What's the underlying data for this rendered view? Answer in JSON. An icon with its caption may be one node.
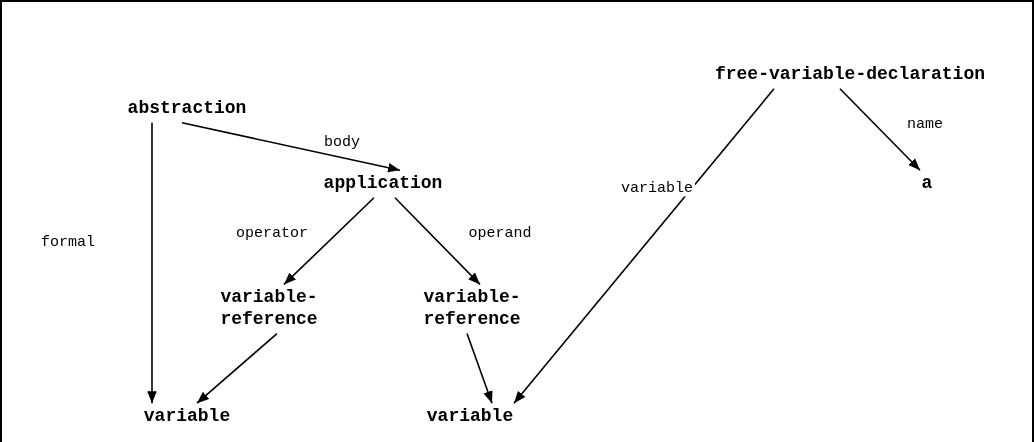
{
  "diagram": {
    "nodes": [
      {
        "text": [
          "abstraction"
        ]
      },
      {
        "text": [
          "application"
        ]
      },
      {
        "text": [
          "variable- reference"
        ]
      },
      {
        "text": [
          "variable- reference"
        ]
      },
      {
        "text": [
          "variable"
        ]
      },
      {
        "text": [
          "free-variable-declaration"
        ]
      },
      {
        "text": [
          "a"
        ]
      },
      {
        "text": [
          "variable"
        ]
      }
    ],
    "edges": [
      {
        "from": 0,
        "to": 4,
        "arrow": "to",
        "label": "formal"
      },
      {
        "from": 0,
        "to": 1,
        "arrow": "to",
        "label": "body"
      },
      {
        "from": 1,
        "to": 2,
        "arrow": "to",
        "label": "operator"
      },
      {
        "from": 1,
        "to": 3,
        "arrow": "to",
        "label": "operand"
      },
      {
        "from": 2,
        "to": 4,
        "arrow": "to"
      },
      {
        "from": 3,
        "to": 7,
        "arrow": "to"
      },
      {
        "from": 5,
        "to": 7,
        "arrow": "to",
        "label": "variable"
      },
      {
        "from": 5,
        "to": 6,
        "arrow": "to",
        "label": "name"
      }
    ]
  }
}
